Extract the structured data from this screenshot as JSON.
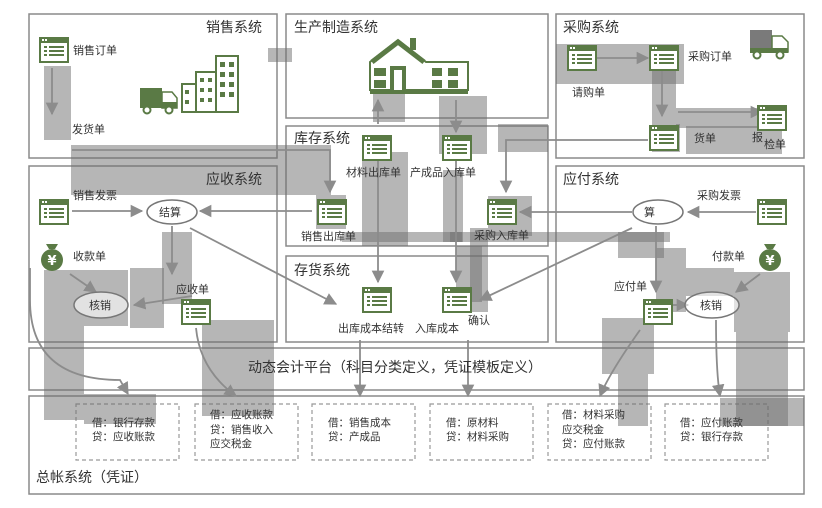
{
  "systems": {
    "sales": "销售系统",
    "production": "生产制造系统",
    "purchase": "采购系统",
    "inventory": "库存系统",
    "receivable": "应收系统",
    "payable": "应付系统",
    "stock": "存货系统",
    "platform": "动态会计平台（科目分类定义，凭证模板定义）",
    "ledger": "总帐系统（凭证）"
  },
  "docs": {
    "sales_order": "销售订单",
    "delivery_note": "发货单",
    "purchase_request": "请购单",
    "purchase_order": "采购订单",
    "arrival_note": "货单",
    "inspection_note": "检单",
    "inspection_prefix": "报",
    "material_out": "材料出库单",
    "product_in": "产成品入库单",
    "sales_invoice": "销售发票",
    "settle_left": "结算",
    "settle_right": "算",
    "sales_out": "销售出库单",
    "receipt": "收款单",
    "writeoff_left": "核销",
    "receivable_note": "应收单",
    "purchase_in": "购入库单",
    "purchase_in_prefix": "采",
    "purchase_invoice": "采购发票",
    "payment": "付款单",
    "payable_note": "应付单",
    "writeoff_right": "核销",
    "cost_carry": "出库成本结转",
    "in_cost": "入库成本",
    "confirm": "确认"
  },
  "vouchers": [
    {
      "lines": [
        "借：银行存款",
        "贷：应收账款"
      ]
    },
    {
      "lines": [
        "借：应收账款",
        "贷：销售收入",
        "应交税金"
      ]
    },
    {
      "lines": [
        "借：销售成本",
        "贷：产成品"
      ]
    },
    {
      "lines": [
        "借：原材料",
        "贷：材料采购"
      ]
    },
    {
      "lines": [
        "借：材料采购",
        "应交税金",
        "贷：应付账款"
      ]
    },
    {
      "lines": [
        "借：应付账款",
        "贷：银行存款"
      ]
    }
  ],
  "colors": {
    "icon_green": "#5a7a45",
    "box_border": "#8a8a8a",
    "shade": "#7a7a7a"
  }
}
